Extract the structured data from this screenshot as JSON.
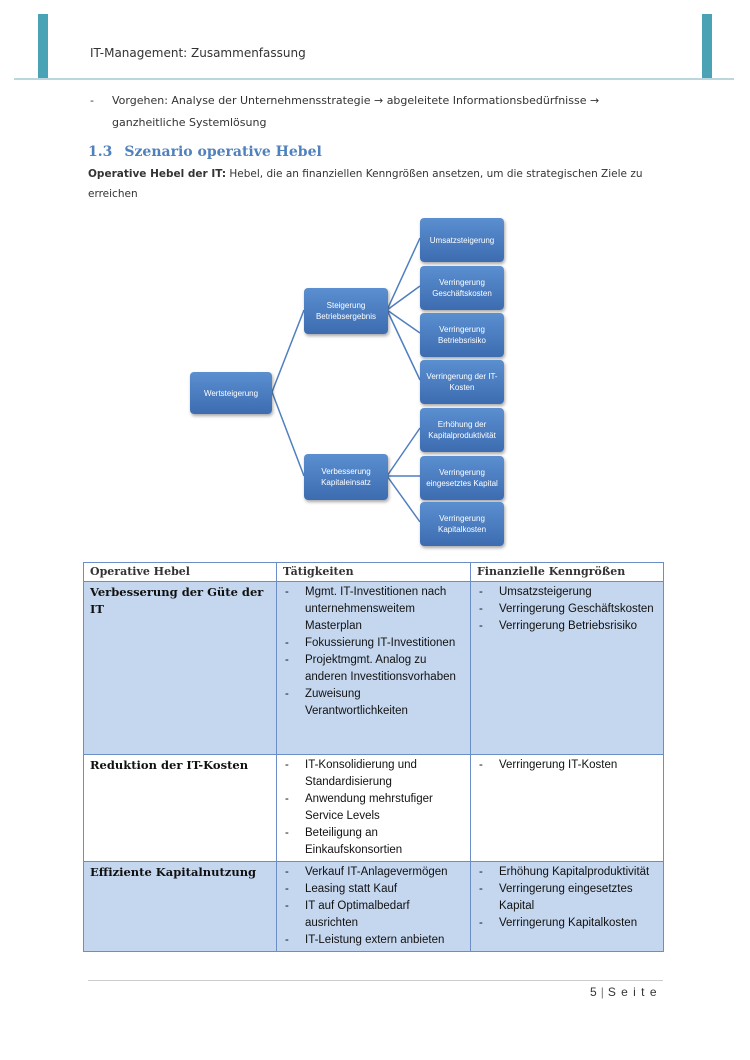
{
  "header": {
    "title": "IT-Management: Zusammenfassung"
  },
  "intro_bullet": "Vorgehen: Analyse der Unternehmensstrategie → abgeleitete Informationsbedürfnisse → ganzheitliche Systemlösung",
  "section": {
    "number": "1.3",
    "title": "Szenario operative Hebel",
    "lead_bold": "Operative Hebel der IT:",
    "lead_text": " Hebel, die an finanziellen Kenngrößen ansetzen, um die strategischen Ziele zu erreichen"
  },
  "diagram": {
    "root": "Wertsteigerung",
    "mid": [
      "Steigerung Betriebsergebnis",
      "Verbesserung Kapitaleinsatz"
    ],
    "leaves": [
      "Umsatzsteigerung",
      "Verringerung Geschäftskosten",
      "Verringerung Betriebsrisiko",
      "Verringerung der IT-Kosten",
      "Erhöhung der Kapitalproduktivität",
      "Verringerung eingesetztes Kapital",
      "Verringerung Kapitalkosten"
    ],
    "colors": {
      "box_top": "#5a8fd0",
      "box_bottom": "#3d6cb0",
      "connector": "#4f7fc0"
    }
  },
  "table": {
    "headers": [
      "Operative Hebel",
      "Tätigkeiten",
      "Finanzielle Kenngrößen"
    ],
    "rows": [
      {
        "lever": "Verbesserung der Güte der IT",
        "activities": [
          "Mgmt. IT-Investitionen nach unternehmensweitem Masterplan",
          "Fokussierung IT-Investitionen",
          "Projektmgmt. Analog zu anderen Investitionsvorhaben",
          "Zuweisung Verantwortlichkeiten"
        ],
        "kpis": [
          "Umsatzsteigerung",
          "Verringerung Geschäftskosten",
          "Verringerung Betriebsrisiko"
        ]
      },
      {
        "lever": "Reduktion der IT-Kosten",
        "activities": [
          "IT-Konsolidierung und Standardisierung",
          "Anwendung mehrstufiger Service Levels",
          "Beteiligung an Einkaufskonsortien"
        ],
        "kpis": [
          "Verringerung IT-Kosten"
        ]
      },
      {
        "lever": "Effiziente Kapitalnutzung",
        "activities": [
          "Verkauf IT-Anlagevermögen",
          "Leasing statt Kauf",
          "IT auf Optimalbedarf ausrichten",
          "IT-Leistung extern anbieten"
        ],
        "kpis": [
          "Erhöhung Kapitalproduktivität",
          "Verringerung eingesetztes Kapital",
          "Verringerung Kapitalkosten"
        ]
      }
    ]
  },
  "footer": {
    "page_number": "5",
    "separator": "|",
    "page_word": "S e i t e"
  }
}
